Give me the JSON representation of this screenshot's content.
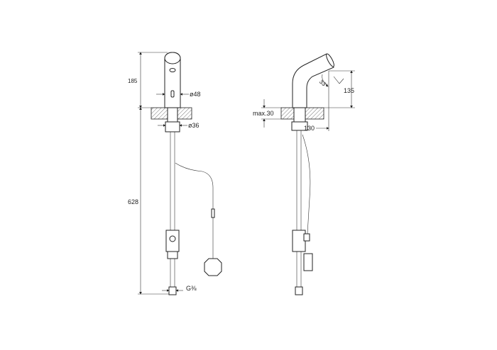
{
  "front_view": {
    "dim_height_top": "185",
    "dim_height_total": "628",
    "dim_body_diameter": "ø48",
    "dim_shank_diameter": "ø36",
    "dim_connection": "G⅜"
  },
  "side_view": {
    "dim_deck_thickness": "max.30",
    "dim_reach": "130",
    "dim_spout_height": "135",
    "dim_angle": "33°"
  }
}
